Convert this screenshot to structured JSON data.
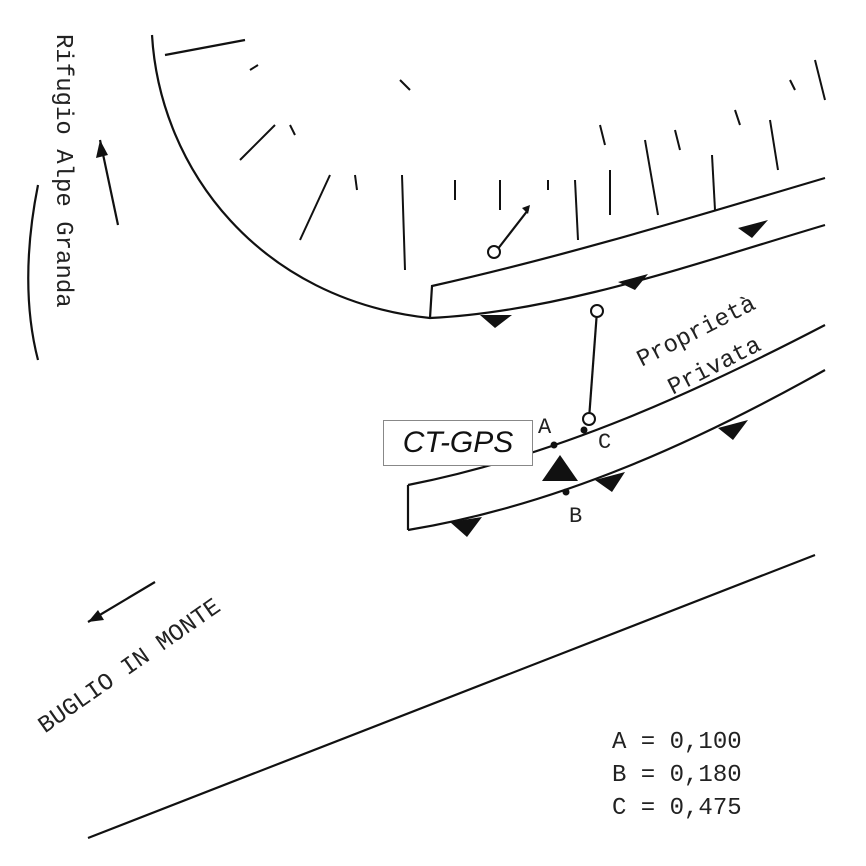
{
  "labels": {
    "refuge": "Rifugio Alpe Granda",
    "property_line1": "Proprietà",
    "property_line2": "Privata",
    "town": "BUGLIO IN MONTE",
    "gps_box": "CT-GPS",
    "point_a": "A",
    "point_b": "B",
    "point_c": "C"
  },
  "legend": [
    "A = 0,100",
    "B = 0,180",
    "C = 0,475"
  ],
  "colors": {
    "ink": "#111111",
    "box_border": "#888888"
  }
}
